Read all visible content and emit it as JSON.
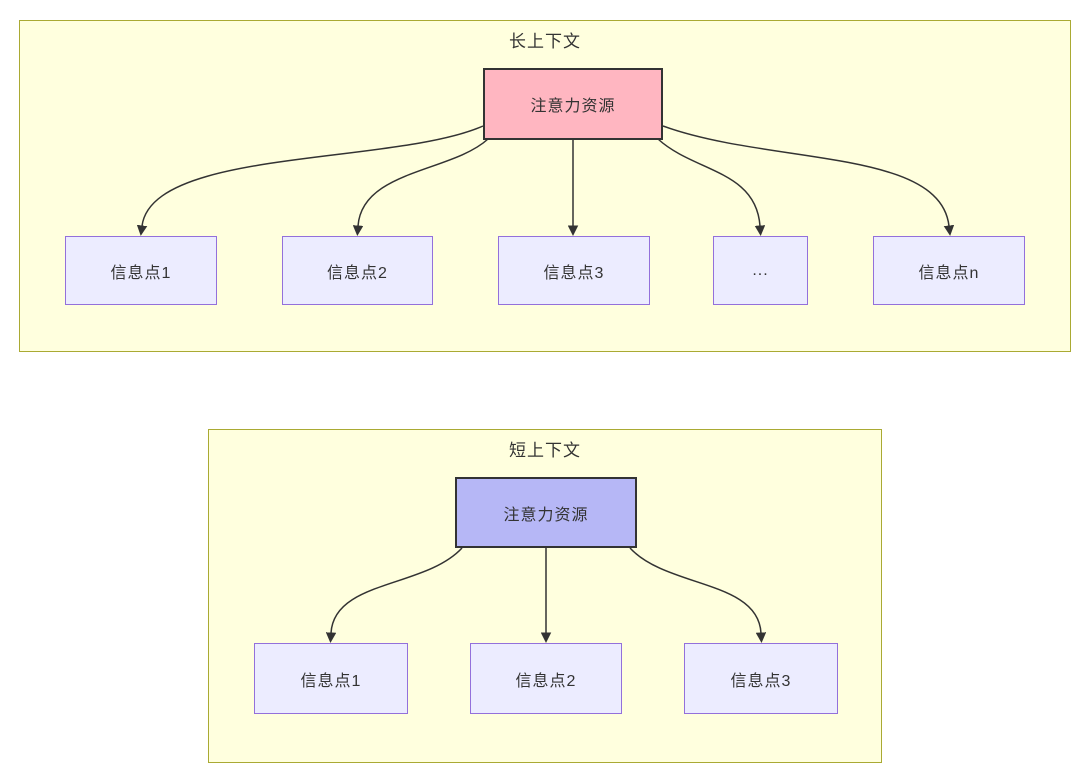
{
  "diagram": {
    "long_context": {
      "title": "长上下文",
      "source": {
        "label": "注意力资源"
      },
      "targets": [
        {
          "label": "信息点1"
        },
        {
          "label": "信息点2"
        },
        {
          "label": "信息点3"
        },
        {
          "label": "..."
        },
        {
          "label": "信息点n"
        }
      ]
    },
    "short_context": {
      "title": "短上下文",
      "source": {
        "label": "注意力资源"
      },
      "targets": [
        {
          "label": "信息点1"
        },
        {
          "label": "信息点2"
        },
        {
          "label": "信息点3"
        }
      ]
    },
    "colors": {
      "panel_fill": "#ffffde",
      "panel_border": "#aaaa33",
      "node_fill": "#ececff",
      "node_border": "#9370db",
      "long_source_fill": "#ffb6c1",
      "short_source_fill": "#b6b7f6",
      "source_border": "#333333",
      "edge": "#333333",
      "text": "#333333"
    }
  }
}
